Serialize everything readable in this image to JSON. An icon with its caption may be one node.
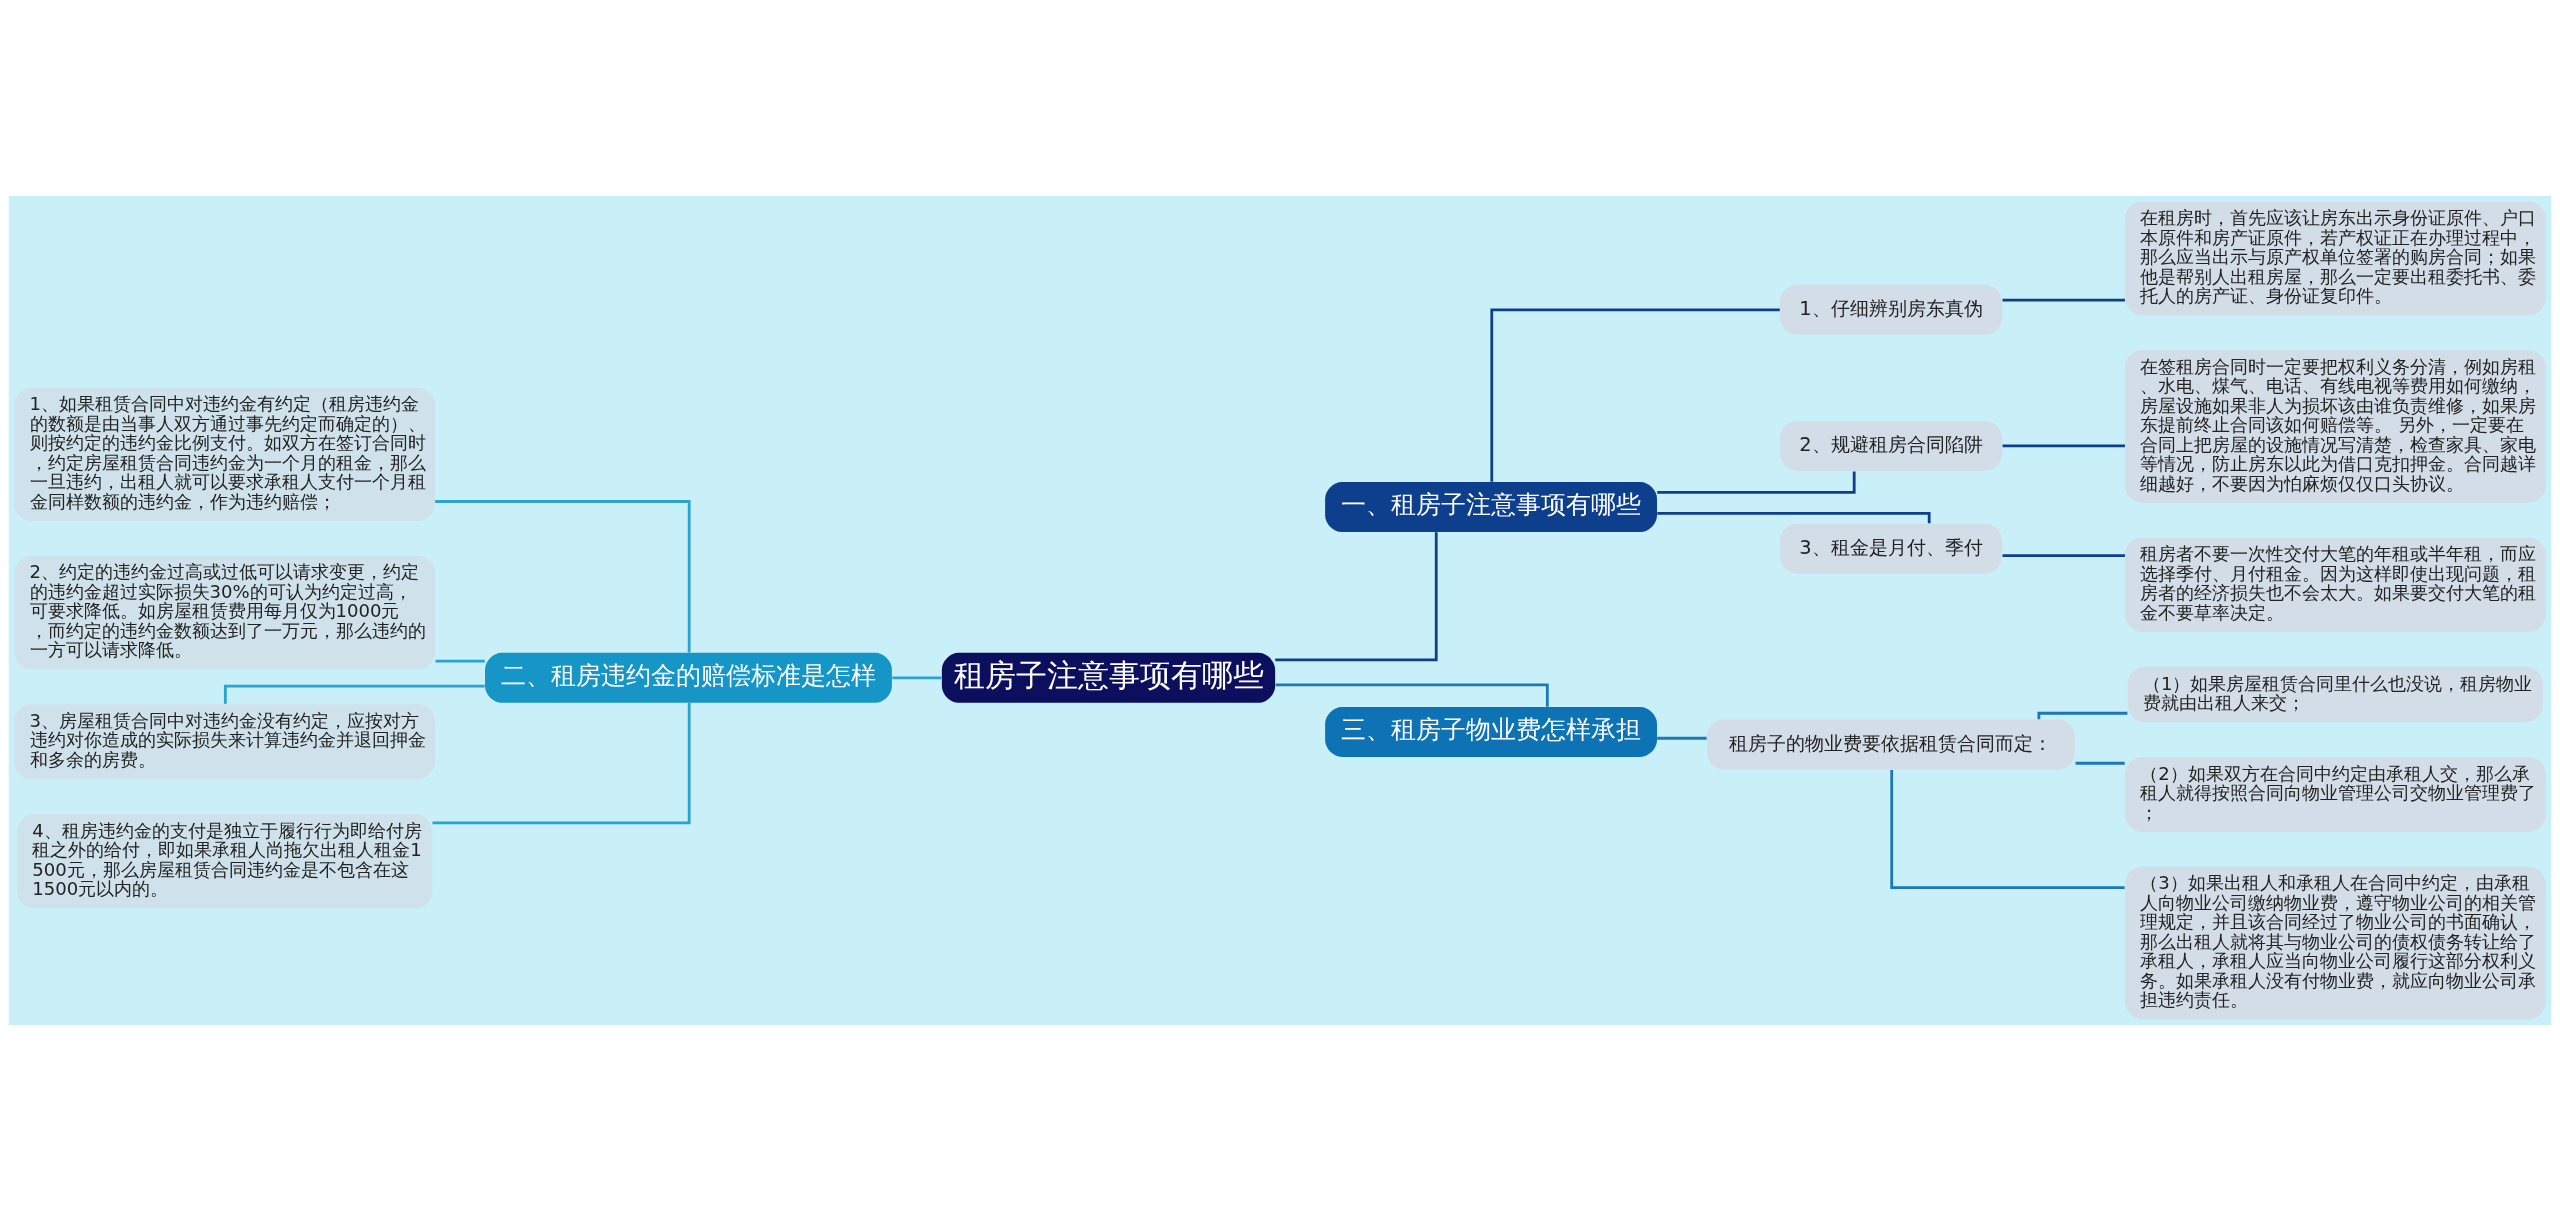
{
  "diagram": {
    "nodes": [
      {
        "text": [
          "租房子注意事项有哪些"
        ]
      },
      {
        "text": [
          "一、租房子注意事项有哪些"
        ]
      },
      {
        "text": [
          "1、仔细辨别房东真伪"
        ]
      },
      {
        "text": [
          "在租房时，首先应该让房东出示身份证原件、户口本原件和房产证原件，若产权证正在办理过程中，那么应当出示与原产权单位签署的购房合同；如果他是帮别人出租房屋，那么一定要出租委托书、委托人的房产证、身份证复印件。"
        ]
      },
      {
        "text": [
          "2、规避租房合同陷阱"
        ]
      },
      {
        "text": [
          "在签租房合同时一定要把权利义务分清，例如房租、水电、煤气、电话、有线电视等费用如何缴纳，房屋设施如果非人为损坏该由谁负责维修，如果房东提前终止合同该如何赔偿等。 另外，一定要在合同上把房屋的设施情况写清楚，检查家具、家电等情况，防止房东以此为借口克扣押金。合同越详细越好，不要因为怕麻烦仅仅口头协议。"
        ]
      },
      {
        "text": [
          "3、租金是月付、季付"
        ]
      },
      {
        "text": [
          "租房者不要一次性交付大笔的年租或半年租，而应选择季付、月付租金。因为这样即使出现问题，租房者的经济损失也不会太大。如果要交付大笔的租金不要草率决定。"
        ]
      },
      {
        "text": [
          "三、租房子物业费怎样承担"
        ]
      },
      {
        "text": [
          "租房子的物业费要依据租赁合同而定："
        ]
      },
      {
        "text": [
          "（1）如果房屋租赁合同里什么也没说，租房物业费就由出租人来交；"
        ]
      },
      {
        "text": [
          "（2）如果双方在合同中约定由承租人交，那么承租人就得按照合同向物业管理公司交物业管理费了；"
        ]
      },
      {
        "text": [
          "（3）如果出租人和承租人在合同中约定，由承租人向物业公司缴纳物业费，遵守物业公司的相关管理规定，并且该合同经过了物业公司的书面确认，那么出租人就将其与物业公司的债权债务转让给了承租人，承租人应当向物业公司履行这部分权利义务。如果承租人没有付物业费，就应向物业公司承担违约责任。"
        ]
      },
      {
        "text": [
          "二、租房违约金的赔偿标准是怎样"
        ]
      },
      {
        "text": [
          "1、如果租赁合同中对违约金有约定（租房违约金的数额是由当事人双方通过事先约定而确定的）、则按约定的违约金比例支付。如双方在签订合同时，约定房屋租赁合同违约金为一个月的租金，那么一旦违约，出租人就可以要求承租人支付一个月租金同样数额的违约金，作为违约赔偿；"
        ]
      },
      {
        "text": [
          "2、约定的违约金过高或过低可以请求变更，约定的违约金超过实际损失30%的可认为约定过高，可要求降低。如房屋租赁费用每月仅为1000元，而约定的违约金数额达到了一万元，那么违约的一方可以请求降低。"
        ]
      },
      {
        "text": [
          "3、房屋租赁合同中对违约金没有约定，应按对方违约对你造成的实际损失来计算违约金并退回押金和多余的房费。"
        ]
      },
      {
        "text": [
          "4、租房违约金的支付是独立于履行行为即给付房租之外的给付，即如果承租人尚拖欠出租人租金1500元，那么房屋租赁合同违约金是不包含在这1500元以内的。"
        ]
      }
    ],
    "edges": [
      {
        "from": 0,
        "to": 1,
        "arrow": "none"
      },
      {
        "from": 1,
        "to": 2,
        "arrow": "none"
      },
      {
        "from": 2,
        "to": 3,
        "arrow": "none"
      },
      {
        "from": 1,
        "to": 4,
        "arrow": "none"
      },
      {
        "from": 4,
        "to": 5,
        "arrow": "none"
      },
      {
        "from": 1,
        "to": 6,
        "arrow": "none"
      },
      {
        "from": 6,
        "to": 7,
        "arrow": "none"
      },
      {
        "from": 0,
        "to": 8,
        "arrow": "none",
        "color": "#1a78b8"
      },
      {
        "from": 8,
        "to": 9,
        "arrow": "none",
        "color": "#1a78b8"
      },
      {
        "from": 9,
        "to": 10,
        "arrow": "none",
        "color": "#1a78b8"
      },
      {
        "from": 9,
        "to": 11,
        "arrow": "none",
        "color": "#1a78b8"
      },
      {
        "from": 9,
        "to": 12,
        "arrow": "none",
        "color": "#1a78b8"
      },
      {
        "from": 13,
        "to": 0,
        "arrow": "none",
        "color": "#2aa3d0"
      },
      {
        "from": 14,
        "to": 13,
        "arrow": "none",
        "color": "#2aa3d0"
      },
      {
        "from": 15,
        "to": 13,
        "arrow": "none",
        "color": "#2aa3d0"
      },
      {
        "from": 16,
        "to": 13,
        "arrow": "none",
        "color": "#2aa3d0"
      },
      {
        "from": 17,
        "to": 13,
        "arrow": "none",
        "color": "#2aa3d0"
      }
    ]
  }
}
